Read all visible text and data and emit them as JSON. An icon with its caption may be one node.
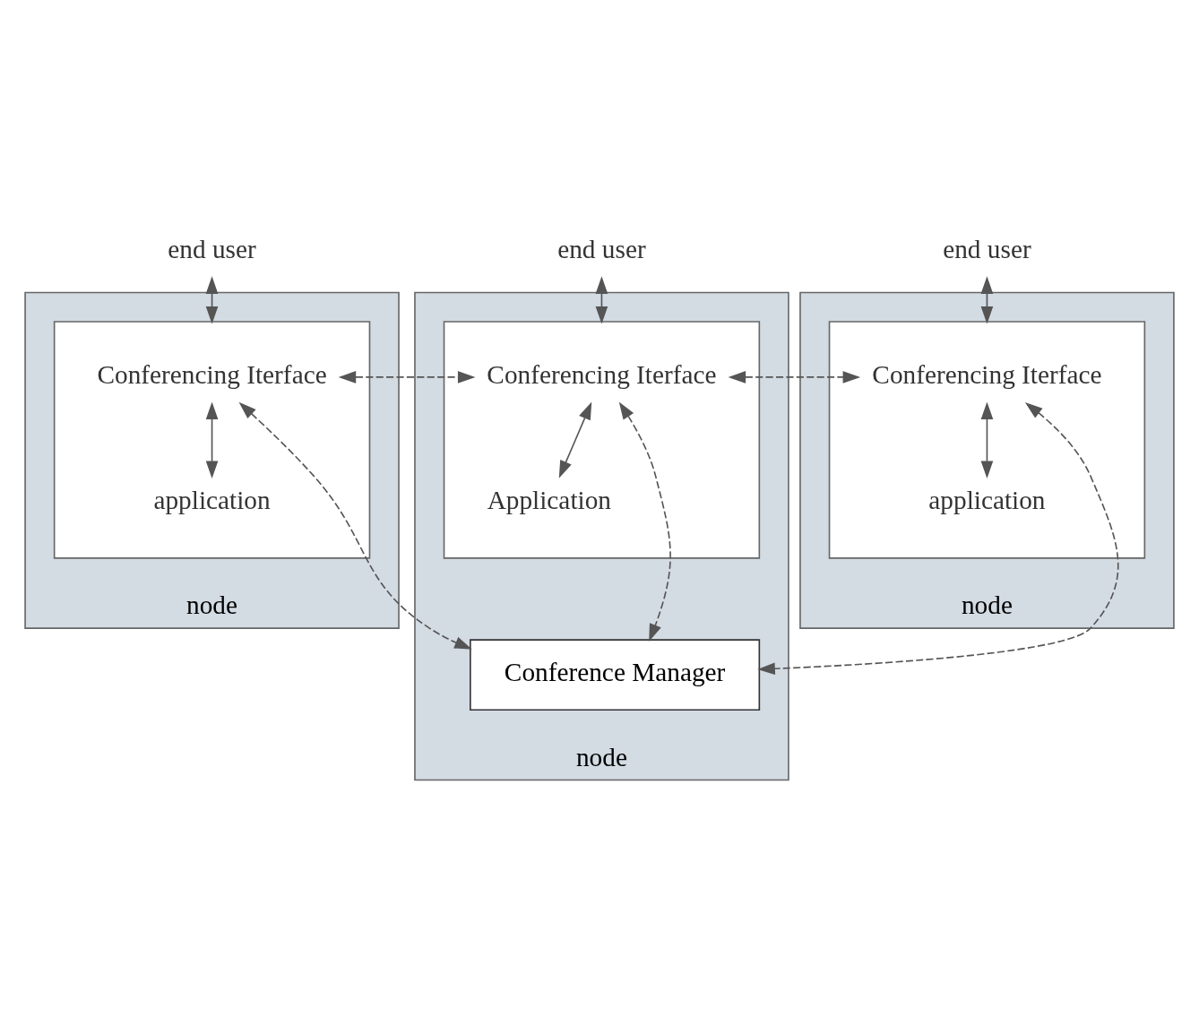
{
  "diagram": {
    "nodes": [
      {
        "text": [
          "end user"
        ]
      },
      {
        "text": [
          "end user"
        ]
      },
      {
        "text": [
          "end user"
        ]
      },
      {
        "text": [
          "node"
        ]
      },
      {
        "text": [],
        "shape": "box",
        "in": 3
      },
      {
        "text": [
          "Conferencing Iterface"
        ],
        "in": 4
      },
      {
        "text": [
          "application"
        ],
        "in": 4
      },
      {
        "text": [
          "node"
        ]
      },
      {
        "text": [],
        "shape": "box",
        "in": 7
      },
      {
        "text": [
          "Conferencing Iterface"
        ],
        "in": 8
      },
      {
        "text": [
          "Application"
        ],
        "in": 8
      },
      {
        "text": [
          "Conference Manager"
        ],
        "in": 7
      },
      {
        "text": [
          "node"
        ]
      },
      {
        "text": [],
        "shape": "box",
        "in": 12
      },
      {
        "text": [
          "Conferencing Iterface"
        ],
        "in": 13
      },
      {
        "text": [
          "application"
        ],
        "in": 13
      }
    ],
    "edges": [
      {
        "from": 0,
        "to": 4,
        "arrow": "both"
      },
      {
        "from": 1,
        "to": 8,
        "arrow": "both"
      },
      {
        "from": 2,
        "to": 13,
        "arrow": "both"
      },
      {
        "from": 5,
        "to": 6,
        "arrow": "both"
      },
      {
        "from": 9,
        "to": 10,
        "arrow": "both"
      },
      {
        "from": 14,
        "to": 15,
        "arrow": "both"
      },
      {
        "from": 5,
        "to": 9,
        "arrow": "both",
        "style": "dashed"
      },
      {
        "from": 9,
        "to": 14,
        "arrow": "both",
        "style": "dashed"
      },
      {
        "from": 5,
        "to": 11,
        "arrow": "both",
        "style": "dashed"
      },
      {
        "from": 11,
        "to": 9,
        "arrow": "both",
        "style": "dashed"
      },
      {
        "from": 14,
        "to": 11,
        "arrow": "both",
        "style": "dashed"
      }
    ]
  }
}
